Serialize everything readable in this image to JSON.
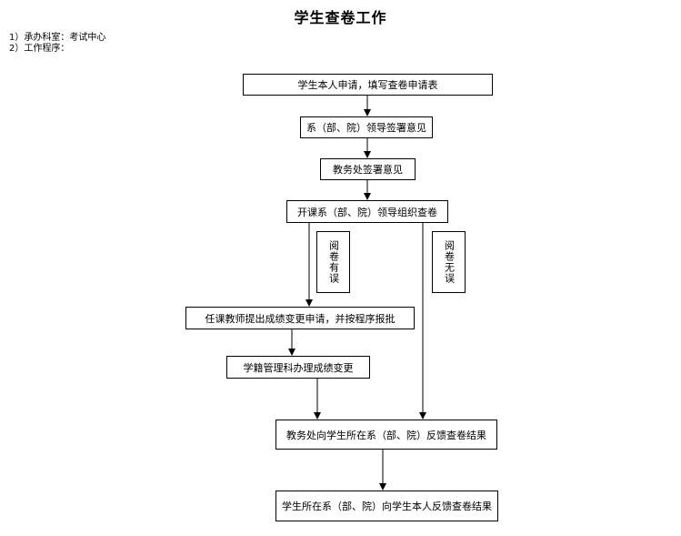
{
  "title": "学生查卷工作",
  "meta": {
    "line1": "1）承办科室：考试中心",
    "line2": "2）工作程序："
  },
  "steps": {
    "s1": "学生本人申请，填写查卷申请表",
    "s2": "系（部、院）领导签署意见",
    "s3": "教务处签署意见",
    "s4": "开课系（部、院）领导组织查卷",
    "s5": "任课教师提出成绩变更申请，并按程序报批",
    "s6": "学籍管理科办理成绩变更",
    "s7": "教务处向学生所在系（部、院）反馈查卷结果",
    "s8": "学生所在系（部、院）向学生本人反馈查卷结果"
  },
  "branches": {
    "error": "阅卷有误",
    "no_error": "阅卷无误"
  }
}
